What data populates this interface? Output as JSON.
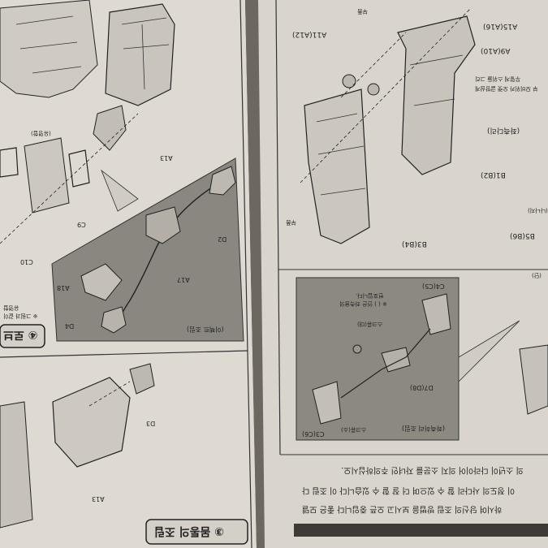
{
  "left_page": {
    "section3_heading": "③ 몸통의 조립",
    "section4_heading": "④ 로브",
    "inset_title": "(이펙트 조립)",
    "stickers_note": "※ 그림과 같이",
    "stickers_note2": "유명합",
    "badge_label": "(유명합)",
    "parts": {
      "a13_top": "A13",
      "a13_bottom": "A13",
      "d3": "D3",
      "c9": "C9",
      "c10": "C10",
      "d2": "D2",
      "a17": "A17",
      "a18": "A18",
      "d4": "D4"
    }
  },
  "right_page": {
    "parts": {
      "a11a12": "A11(A12)",
      "a15a16": "A15(A16)",
      "a9a10": "A9(A10)",
      "b1b2": "B1(B2)",
      "b3b4": "B3(B4)",
      "b5b6": "B5(B6)",
      "c4c5": "C4(C5)",
      "d7d8": "D7(D8)",
      "c3c6": "C3(C6)"
    },
    "leg_section_title": "(좌측다리)",
    "leg_note_1": "부 모비위카 오랫 글방삼게",
    "leg_note_2": "무렇게 스위들 그리",
    "inset_title": "(좌측허리 조립)",
    "inset_note_1": "※ ( ) 안은 좌측용의",
    "inset_note_2": "번호입니다.",
    "inset_label_top": "스크류(대)",
    "inset_label_bottom": "스크류(소)",
    "side_label": "(단)",
    "side_label2": "(나나지)",
    "stamp_small": "부품",
    "stamp_small2": "부품",
    "footer_line_1": "의 소년이 다라이어 의지 소문를 자녀인 주의하십시오.",
    "footer_line_2": "이 정도의 사다리 할 수 있으며 더 잘 할 수 있습니다 이 조립 다",
    "footer_line_3": "하시여 당신의 조립 방법을 보시고 오픈 중입니다 좋은 모델"
  }
}
